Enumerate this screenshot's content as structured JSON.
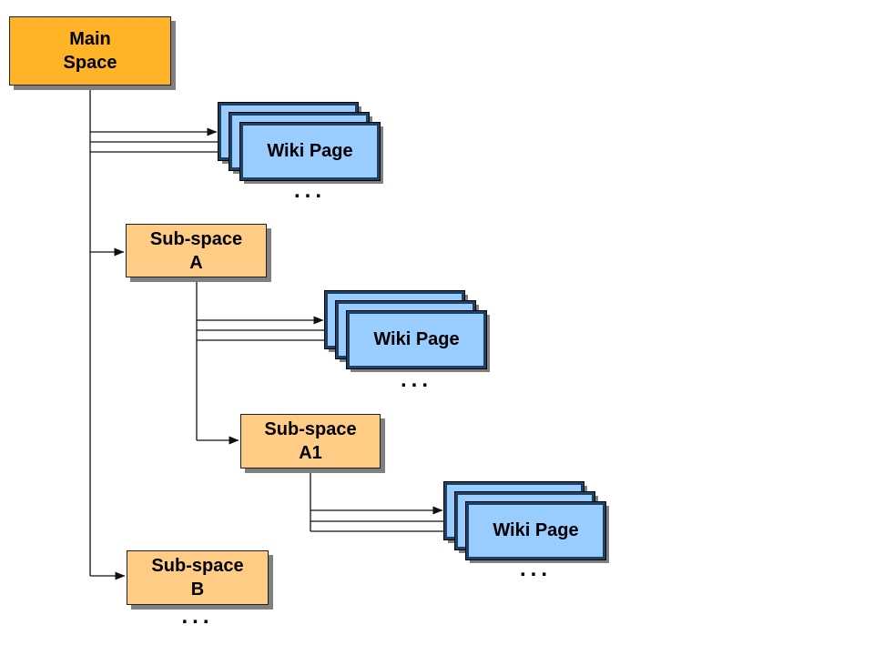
{
  "diagram": {
    "main_space": {
      "line1": "Main",
      "line2": "Space"
    },
    "sub_space_a": {
      "line1": "Sub-space",
      "line2": "A"
    },
    "sub_space_a1": {
      "line1": "Sub-space",
      "line2": "A1"
    },
    "sub_space_b": {
      "line1": "Sub-space",
      "line2": "B"
    },
    "wiki_page_label": "Wiki Page",
    "ellipsis": "...",
    "colors": {
      "main_fill": "#FFB327",
      "sub_fill": "#FFCC85",
      "wiki_fill": "#99CCFF",
      "wiki_border": "#1D4265",
      "box_border": "#1F1F1F",
      "shadow": "#808080",
      "line": "#111111",
      "text": "#000000",
      "background": "#FFFFFF"
    }
  }
}
